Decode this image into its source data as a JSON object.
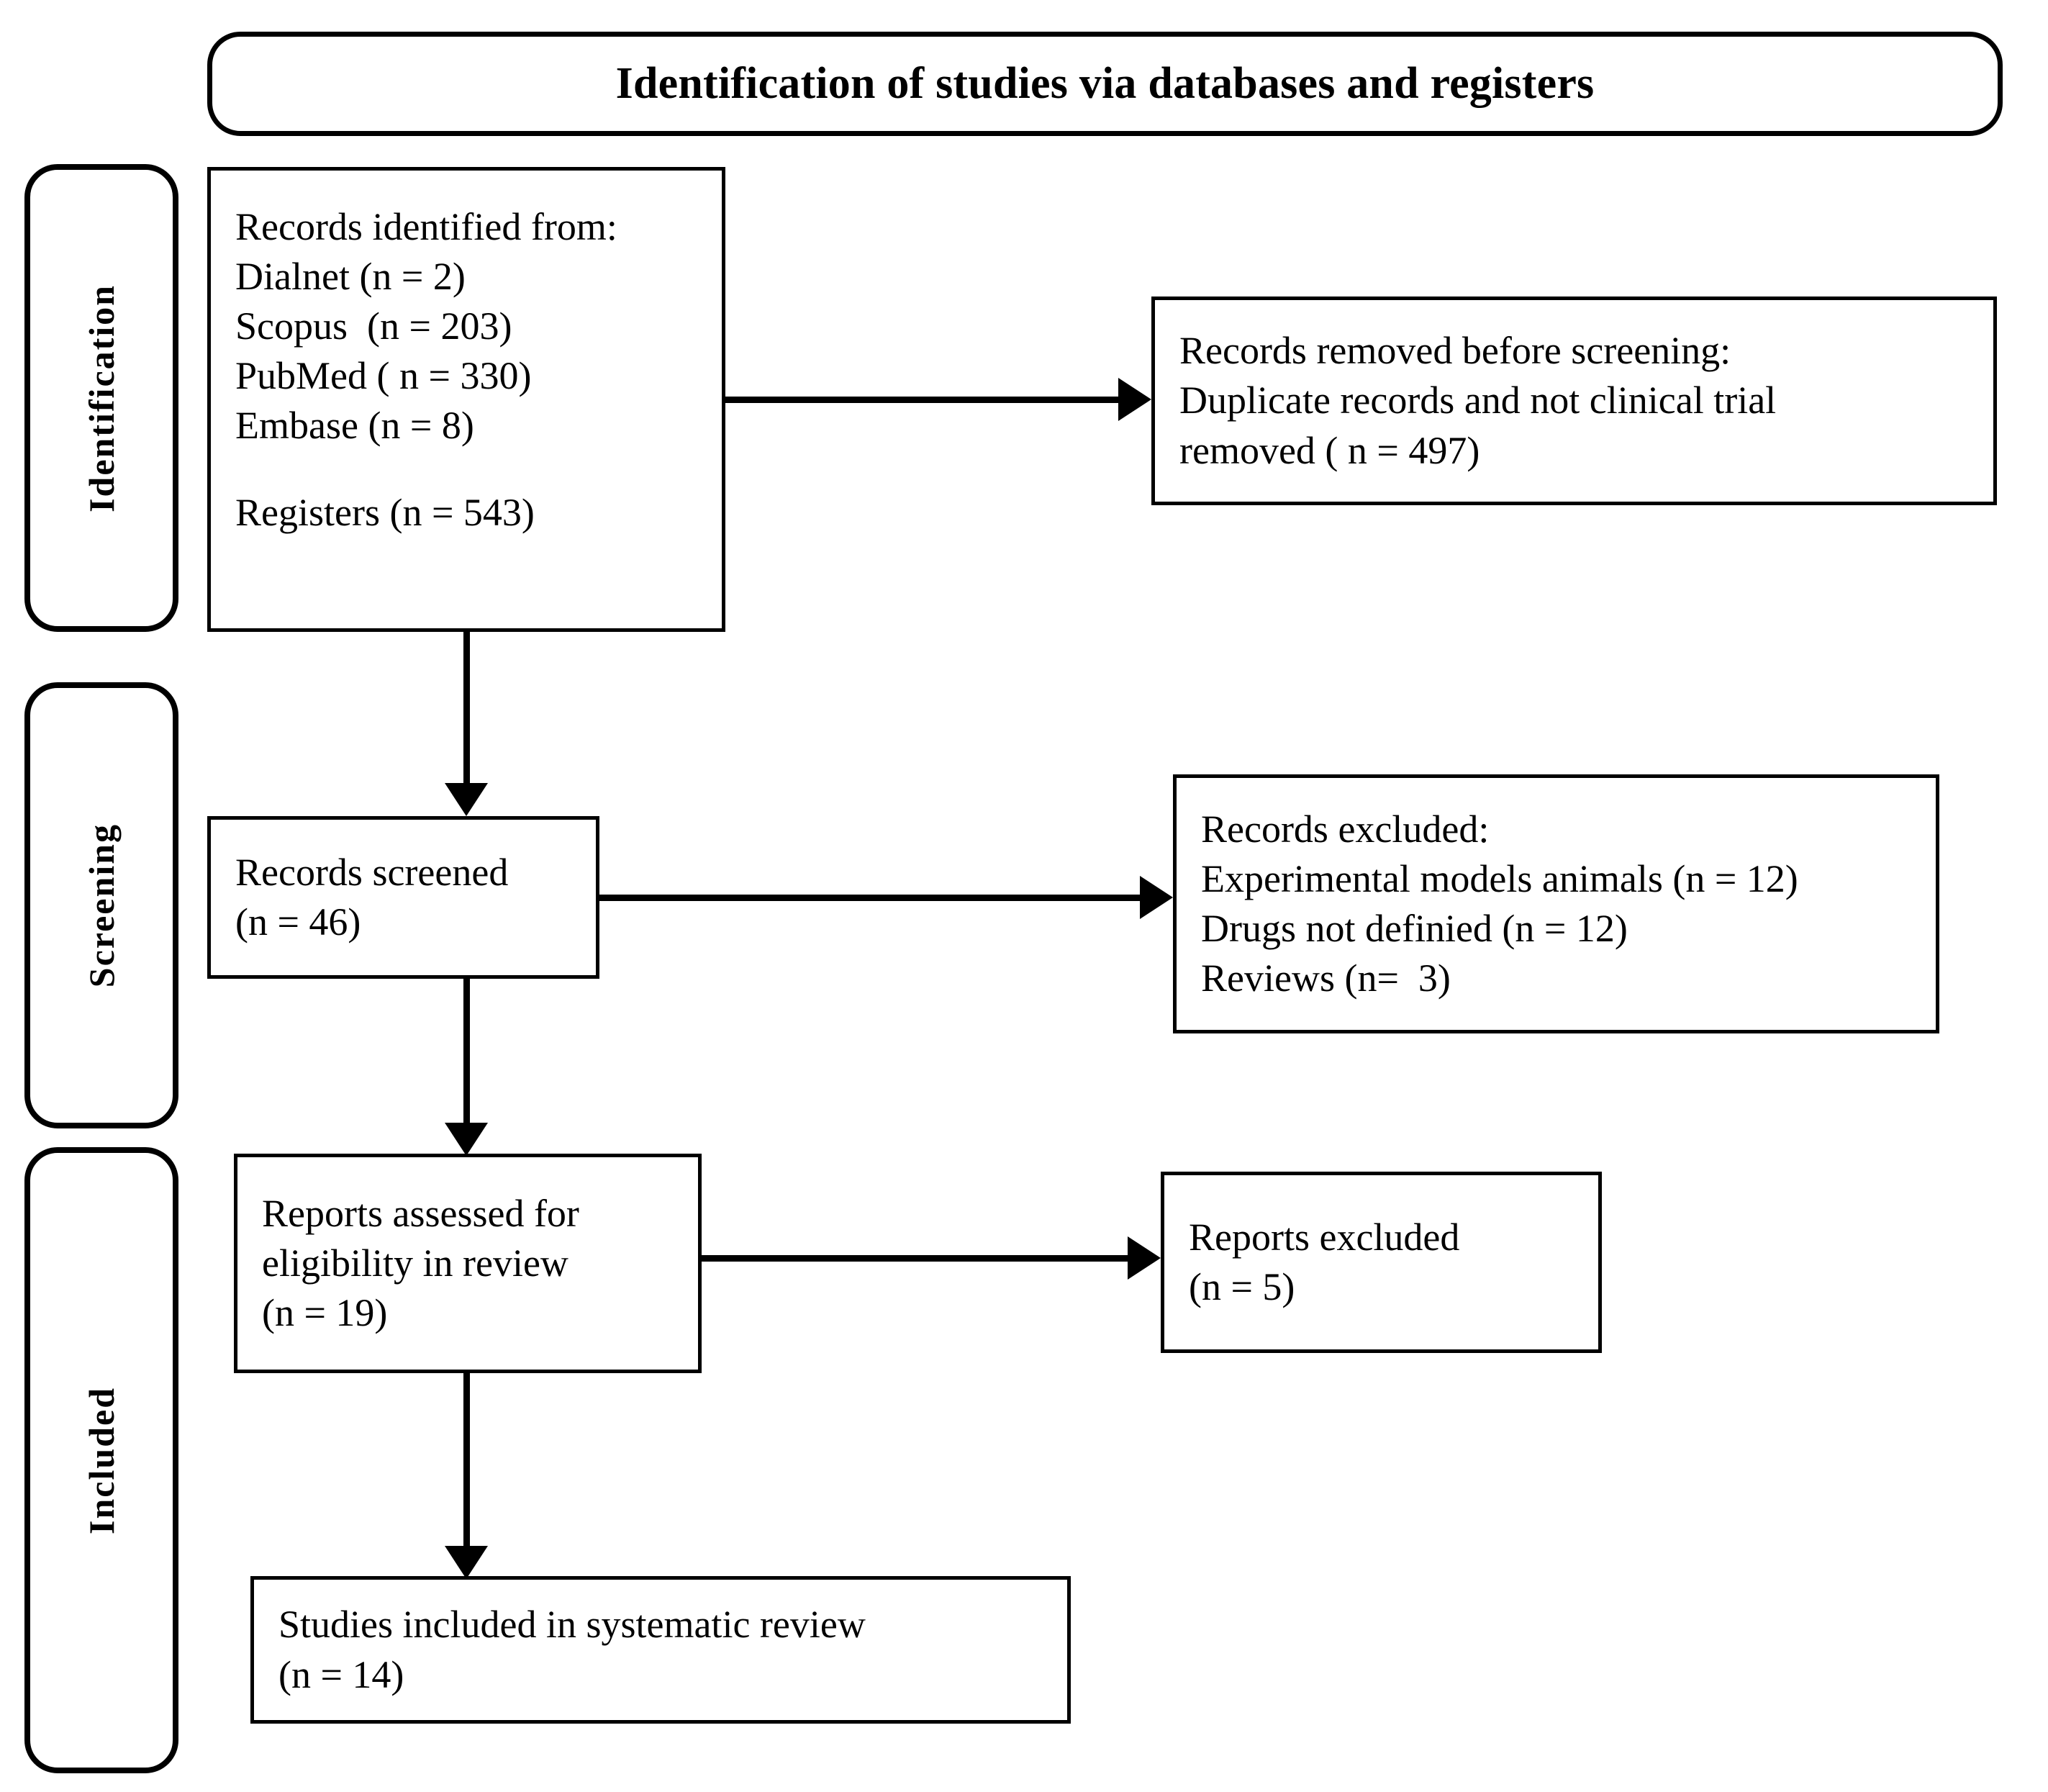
{
  "diagram": {
    "title": "Identification of studies via databases and registers",
    "type": "prisma-flow-diagram"
  },
  "stages": [
    {
      "id": "identification",
      "label": "Identification"
    },
    {
      "id": "screening",
      "label": "Screening"
    },
    {
      "id": "included",
      "label": "Included"
    }
  ],
  "boxes": {
    "records_identified": {
      "lines": [
        "Records identified from:",
        "Dialnet (n = 2)",
        "Scopus  (n = 203)",
        "PubMed ( n = 330)",
        "Embase (n = 8)",
        "",
        "Registers (n = 543)"
      ]
    },
    "records_removed": {
      "lines": [
        "Records removed before screening:",
        "Duplicate records and not clinical trial",
        "removed ( n = 497)"
      ]
    },
    "records_screened": {
      "lines": [
        "Records screened",
        "(n = 46)"
      ]
    },
    "records_excluded": {
      "lines": [
        "Records excluded:",
        "Experimental models animals (n = 12)",
        "Drugs not definied (n = 12)",
        "Reviews (n=  3)"
      ]
    },
    "reports_assessed": {
      "lines": [
        "Reports assessed for",
        "eligibility in review",
        "(n = 19)"
      ]
    },
    "reports_excluded": {
      "lines": [
        "Reports excluded",
        "(n = 5)"
      ]
    },
    "studies_included": {
      "lines": [
        "Studies included in systematic review",
        "(n = 14)"
      ]
    }
  },
  "counts": {
    "dialnet": 2,
    "scopus": 203,
    "pubmed": 330,
    "embase": 8,
    "registers": 543,
    "removed_before_screening": 497,
    "records_screened": 46,
    "excluded_animal_models": 12,
    "excluded_drugs_not_definied": 12,
    "excluded_reviews": 3,
    "reports_assessed": 19,
    "reports_excluded": 5,
    "studies_included": 14
  },
  "colors": {
    "stroke": "#000000",
    "background": "#ffffff",
    "text": "#000000"
  }
}
